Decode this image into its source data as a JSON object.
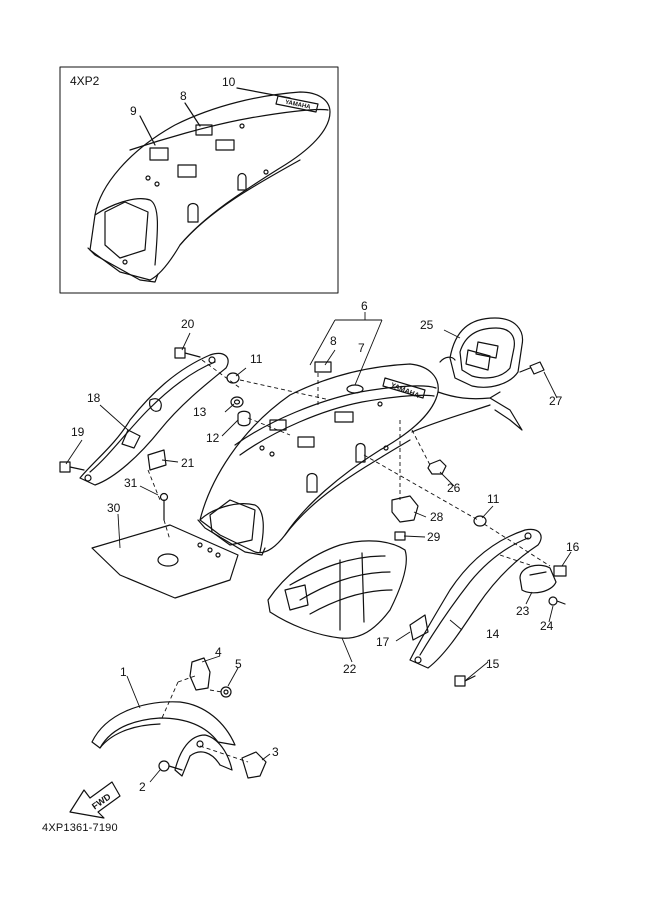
{
  "inset": {
    "model_label": "4XP2"
  },
  "footer": {
    "drawing_code": "4XP1361-7190"
  },
  "badges": {
    "brand_text": "YAMAHA",
    "arrow_text": "FWD"
  },
  "callouts": [
    "1",
    "2",
    "3",
    "4",
    "5",
    "6",
    "7",
    "8",
    "9",
    "10",
    "11",
    "12",
    "13",
    "14",
    "15",
    "16",
    "17",
    "18",
    "19",
    "20",
    "21",
    "22",
    "23",
    "24",
    "25",
    "26",
    "27",
    "28",
    "29",
    "30",
    "31"
  ],
  "colors": {
    "line": "#111111",
    "background": "#ffffff"
  }
}
